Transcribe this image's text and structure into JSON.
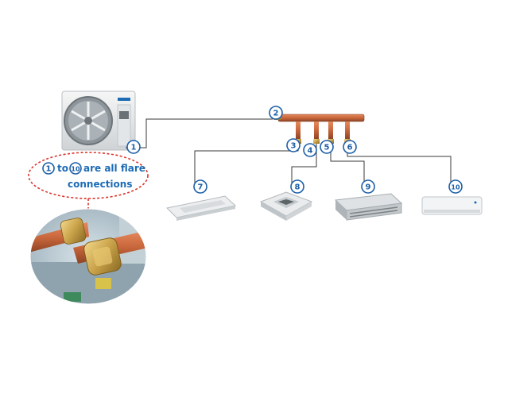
{
  "caption": {
    "num_start": "1",
    "num_end": "10",
    "word_to": "to",
    "line1_rest": "are all flare",
    "line2": "connections"
  },
  "connection_numbers": [
    "1",
    "2",
    "3",
    "4",
    "5",
    "6",
    "7",
    "8",
    "9",
    "10"
  ],
  "colors": {
    "accent_blue": "#1c5fa8",
    "pipe_line": "#3a3a3a",
    "callout_border": "#d9342b",
    "copper": "#c9673c",
    "brass": "#c9a24a"
  }
}
